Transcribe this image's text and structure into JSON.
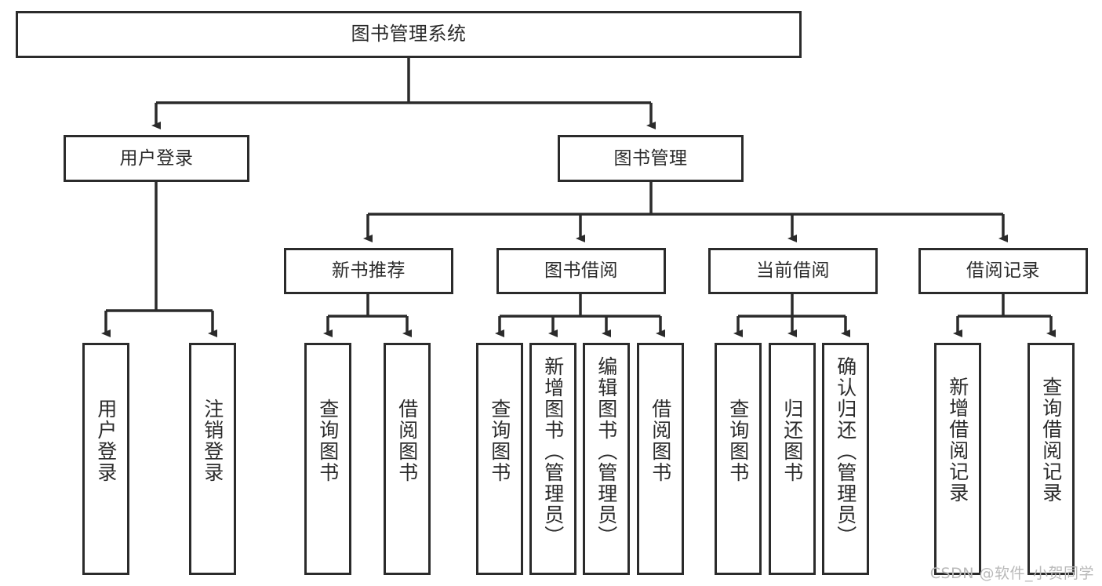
{
  "diagram": {
    "type": "tree",
    "title": "图书管理系统",
    "watermark": "CSDN @软件_小贺同学",
    "colors": {
      "stroke": "#2b2b2b",
      "fill": "#ffffff",
      "background": "#ffffff",
      "watermark": "#b9b9b9"
    },
    "levels": {
      "root": {
        "label": "图书管理系统"
      },
      "level2": [
        {
          "id": "user-login",
          "label": "用户登录"
        },
        {
          "id": "book-management",
          "label": "图书管理"
        }
      ],
      "level3": [
        {
          "id": "new-book-recommend",
          "label": "新书推荐"
        },
        {
          "id": "book-borrow",
          "label": "图书借阅"
        },
        {
          "id": "current-borrow",
          "label": "当前借阅"
        },
        {
          "id": "borrow-record",
          "label": "借阅记录"
        }
      ],
      "leaves": [
        {
          "id": "leaf-user-login",
          "label": "用户登录",
          "parent": "user-login"
        },
        {
          "id": "leaf-logout",
          "label": "注销登录",
          "parent": "user-login"
        },
        {
          "id": "leaf-query-book-1",
          "label": "查询图书",
          "parent": "new-book-recommend"
        },
        {
          "id": "leaf-borrow-book-1",
          "label": "借阅图书",
          "parent": "new-book-recommend"
        },
        {
          "id": "leaf-query-book-2",
          "label": "查询图书",
          "parent": "book-borrow"
        },
        {
          "id": "leaf-add-book",
          "label": "新增图书（管理员）",
          "parent": "book-borrow"
        },
        {
          "id": "leaf-edit-book",
          "label": "编辑图书（管理员）",
          "parent": "book-borrow"
        },
        {
          "id": "leaf-borrow-book-2",
          "label": "借阅图书",
          "parent": "book-borrow"
        },
        {
          "id": "leaf-query-book-3",
          "label": "查询图书",
          "parent": "current-borrow"
        },
        {
          "id": "leaf-return-book",
          "label": "归还图书",
          "parent": "current-borrow"
        },
        {
          "id": "leaf-confirm-return",
          "label": "确认归还（管理员）",
          "parent": "current-borrow"
        },
        {
          "id": "leaf-add-record",
          "label": "新增借阅记录",
          "parent": "borrow-record"
        },
        {
          "id": "leaf-query-record",
          "label": "查询借阅记录",
          "parent": "borrow-record"
        }
      ]
    }
  }
}
